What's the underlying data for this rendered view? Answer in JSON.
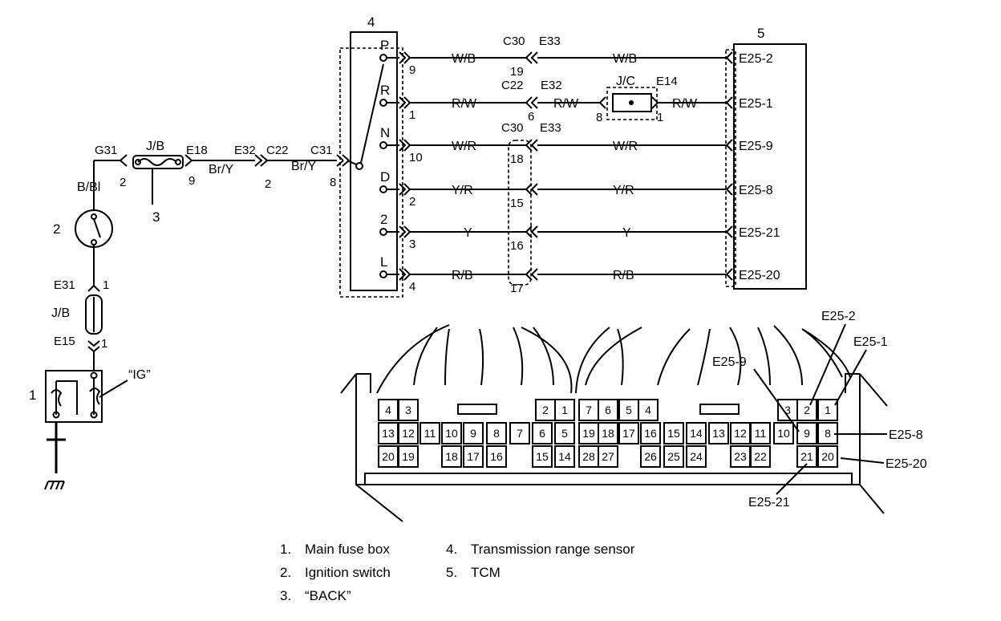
{
  "components": {
    "fuse_box_num": "1",
    "ig_label": "“IG”",
    "ignition_switch_num": "2",
    "back_num": "3",
    "range_sensor_num": "4",
    "tcm_num": "5",
    "jb_label": "J/B",
    "jc_label": "J/C"
  },
  "connectors": {
    "g31": "G31",
    "e18": "E18",
    "e32": "E32",
    "c22": "C22",
    "c31": "C31",
    "e31": "E31",
    "e15": "E15",
    "c30": "C30",
    "e33": "E33",
    "e14": "E14"
  },
  "pins": {
    "g31_pin": "2",
    "e18_pin": "9",
    "c22_pin": "2",
    "c31_pin": "8",
    "e31_pin": "1",
    "e15_pin": "1",
    "jc_in_pin": "8",
    "jc_out_pin": "1"
  },
  "wires": {
    "bbl": "B/Bl",
    "bry1": "Br/Y",
    "bry2": "Br/Y"
  },
  "range_rows": [
    {
      "pos": "P",
      "sensor_pin": "9",
      "wire_left": "W/B",
      "c30_pin": "19",
      "wire_right": "W/B",
      "tcm_pin": "E25-2"
    },
    {
      "pos": "R",
      "sensor_pin": "1",
      "wire_left": "R/W",
      "c30_pin": "6",
      "wire_right": "R/W",
      "tcm_pin": "E25-1",
      "wire_mid": "R/W"
    },
    {
      "pos": "N",
      "sensor_pin": "10",
      "wire_left": "W/R",
      "c30_pin": "18",
      "wire_right": "W/R",
      "tcm_pin": "E25-9"
    },
    {
      "pos": "D",
      "sensor_pin": "2",
      "wire_left": "Y/R",
      "c30_pin": "15",
      "wire_right": "Y/R",
      "tcm_pin": "E25-8"
    },
    {
      "pos": "2",
      "sensor_pin": "3",
      "wire_left": "Y",
      "c30_pin": "16",
      "wire_right": "Y",
      "tcm_pin": "E25-21"
    },
    {
      "pos": "L",
      "sensor_pin": "4",
      "wire_left": "R/B",
      "c30_pin": "17",
      "wire_right": "R/B",
      "tcm_pin": "E25-20"
    }
  ],
  "connector_face": {
    "rows": [
      [
        "4",
        "3",
        "2",
        "1",
        "7",
        "6",
        "5",
        "4",
        "3",
        "2",
        "1"
      ],
      [
        "13",
        "12",
        "11",
        "10",
        "9",
        "8",
        "7",
        "6",
        "5",
        "19",
        "18",
        "17",
        "16",
        "15",
        "14",
        "13",
        "12",
        "11",
        "10",
        "9",
        "8"
      ],
      [
        "20",
        "19",
        "18",
        "17",
        "16",
        "15",
        "14",
        "28",
        "27",
        "26",
        "25",
        "24",
        "23",
        "22",
        "21",
        "20"
      ]
    ],
    "callouts": [
      "E25-2",
      "E25-1",
      "E25-9",
      "E25-8",
      "E25-20",
      "E25-21"
    ]
  },
  "legend": [
    {
      "num": "1.",
      "text": "Main fuse box"
    },
    {
      "num": "2.",
      "text": "Ignition switch"
    },
    {
      "num": "3.",
      "text": "“BACK”"
    },
    {
      "num": "4.",
      "text": "Transmission range sensor"
    },
    {
      "num": "5.",
      "text": "TCM"
    }
  ]
}
